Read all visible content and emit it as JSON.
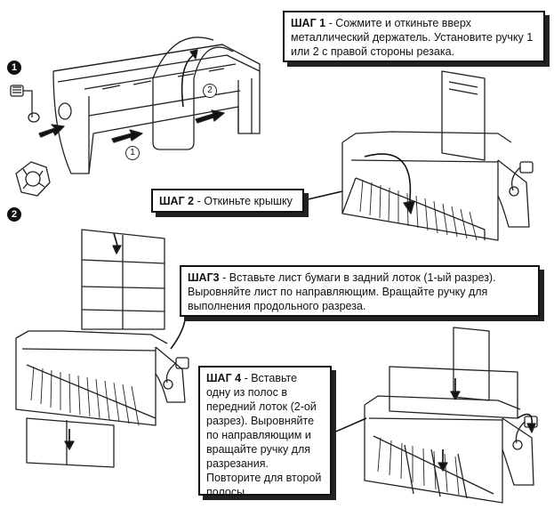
{
  "steps": [
    {
      "label": "ШАГ 1",
      "text": " - Сожмите и откиньте вверх металлический держатель. Установите ручку 1 или 2 с правой стороны резака."
    },
    {
      "label": "ШАГ 2",
      "text": " - Откиньте крышку"
    },
    {
      "label": "ШАГ3",
      "text": " - Вставьте лист бумаги в задний лоток (1-ый разрез). Выровняйте лист по направляющим. Вращайте ручку для выполнения продольного разреза."
    },
    {
      "label": "ШАГ 4",
      "text": " - Вставьте одну из полос в передний лоток (2-ой разрез). Выровняйте по направляющим и вращайте ручку для разрезания. Повторите для второй полосы."
    }
  ],
  "badges": [
    "1",
    "2"
  ],
  "circled_numbers": [
    "1",
    "2"
  ],
  "icons": [
    "crank-handle-icon",
    "knob-handle-icon",
    "arrow-icon",
    "curved-arrow-icon"
  ]
}
